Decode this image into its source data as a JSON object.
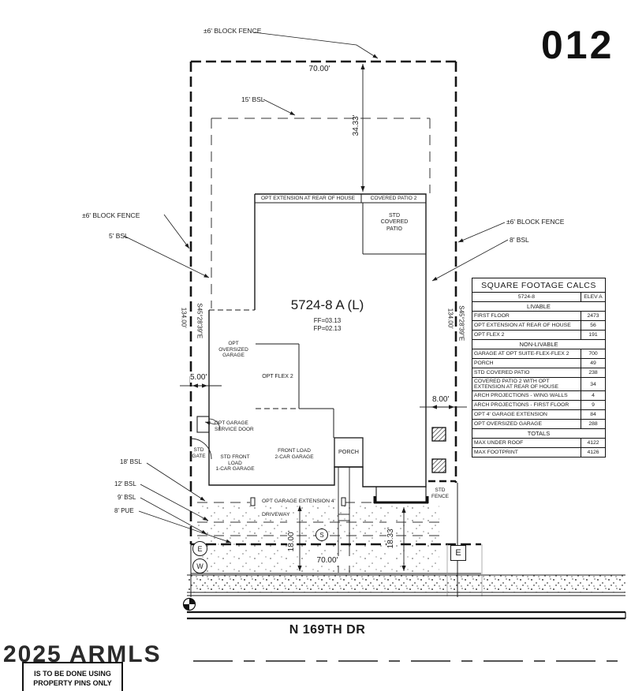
{
  "page": {
    "lot_number": "012",
    "street_name": "N 169TH DR",
    "watermark": "2025 ARMLS",
    "note": "IS TO BE DONE USING\nPROPERTY PINS ONLY"
  },
  "plan": {
    "title": "5724-8 A (L)",
    "finished_floor": "FF=03.13",
    "finished_pad": "FP=02.13"
  },
  "labels": {
    "fence_top": "±6' BLOCK FENCE",
    "bsl_15": "15' BSL",
    "fence_left": "±6' BLOCK FENCE",
    "bsl_5": "5' BSL",
    "fence_right": "±6' BLOCK FENCE",
    "bsl_8": "8' BSL",
    "opt_ext_rear": "OPT EXTENSION AT REAR OF HOUSE",
    "covered_patio_2": "COVERED PATIO 2",
    "std_covered_patio": "STD\nCOVERED\nPATIO",
    "opt_oversized_garage": "OPT\nOVERSIZED\nGARAGE",
    "opt_flex_2": "OPT FLEX 2",
    "opt_garage_service_door": "OPT GARAGE\nSERVICE DOOR",
    "std_gate": "STD\nGATE",
    "std_front_load": "STD FRONT\nLOAD\n1-CAR GARAGE",
    "front_load_2car": "FRONT LOAD\n2-CAR GARAGE",
    "porch": "PORCH",
    "std_fence": "STD\nFENCE",
    "bsl_18": "18' BSL",
    "bsl_12": "12' BSL",
    "bsl_9": "9' BSL",
    "pue_8": "8' PUE",
    "opt_garage_extension": "OPT GARAGE EXTENSION 4'",
    "driveway": "DRIVEWAY"
  },
  "dimensions": {
    "rear_width": "70.00'",
    "rear_setback_depth": "34.33'",
    "left_bearing": "S45°28'39\"E",
    "left_length": "134.00'",
    "right_bearing": "S45°28'39\"E",
    "right_length": "134.00'",
    "garage_side_offset": "5.00'",
    "right_side_offset": "8.00'",
    "driveway_depth": "18.00'",
    "right_front_depth": "18.33'",
    "front_width": "70.00'"
  },
  "markers": {
    "circled_e": "E",
    "circled_w": "W",
    "circled_s": "S",
    "boxed_e": "E"
  },
  "table": {
    "title": "SQUARE FOOTAGE CALCS",
    "plan_id": "5724-8",
    "elevation": "ELEV A",
    "rows": [
      {
        "type": "section",
        "label": "LIVABLE"
      },
      {
        "type": "item",
        "label": "FIRST FLOOR",
        "value": "2473"
      },
      {
        "type": "item",
        "label": "OPT EXTENSION AT REAR OF HOUSE",
        "value": "56"
      },
      {
        "type": "item",
        "label": "OPT FLEX 2",
        "value": "191"
      },
      {
        "type": "section",
        "label": "NON-LIVABLE"
      },
      {
        "type": "item",
        "label": "GARAGE AT OPT SUITE-FLEX-FLEX 2",
        "value": "700"
      },
      {
        "type": "item",
        "label": "PORCH",
        "value": "49"
      },
      {
        "type": "item",
        "label": "STD COVERED PATIO",
        "value": "238"
      },
      {
        "type": "item",
        "label": "COVERED PATIO 2 WITH OPT EXTENSION AT REAR OF HOUSE",
        "value": "34"
      },
      {
        "type": "item",
        "label": "ARCH PROJECTIONS - WING WALLS",
        "value": "4"
      },
      {
        "type": "item",
        "label": "ARCH PROJECTIONS - FIRST FLOOR",
        "value": "9"
      },
      {
        "type": "item",
        "label": "OPT 4' GARAGE EXTENSION",
        "value": "84"
      },
      {
        "type": "item",
        "label": "OPT OVERSIZED GARAGE",
        "value": "288"
      },
      {
        "type": "section",
        "label": "TOTALS"
      },
      {
        "type": "item",
        "label": "MAX UNDER ROOF",
        "value": "4122"
      },
      {
        "type": "item",
        "label": "MAX FOOTPRINT",
        "value": "4126"
      }
    ]
  }
}
